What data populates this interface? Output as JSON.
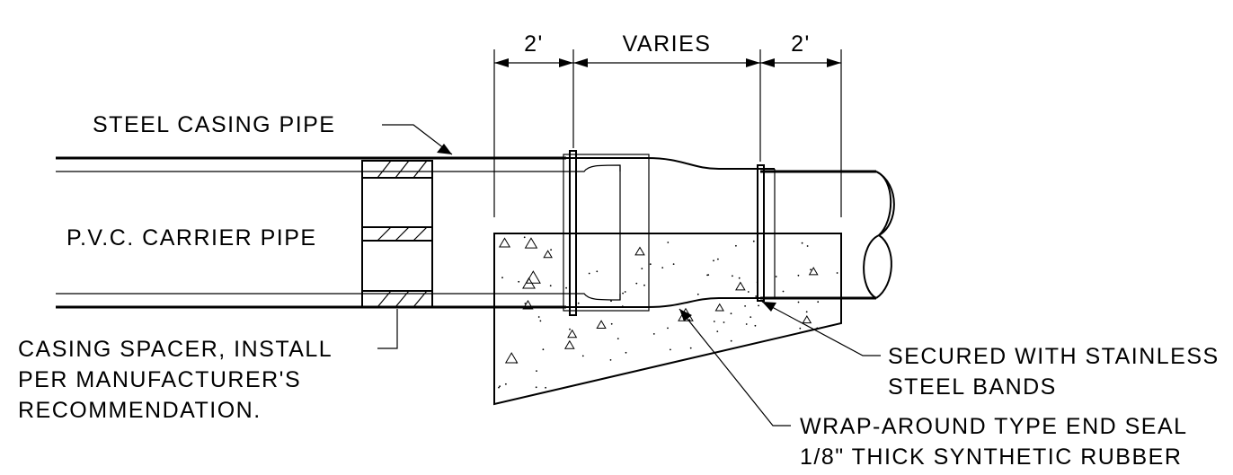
{
  "dimensions": {
    "left": "2'",
    "middle": "VARIES",
    "right": "2'"
  },
  "labels": {
    "steel_casing_pipe": "STEEL CASING PIPE",
    "pvc_carrier_pipe": "P.V.C. CARRIER PIPE",
    "casing_spacer": [
      "CASING SPACER, INSTALL",
      "PER MANUFACTURER'S",
      "RECOMMENDATION."
    ],
    "secured_bands": [
      "SECURED WITH STAINLESS",
      "STEEL BANDS"
    ],
    "end_seal": [
      "WRAP-AROUND TYPE END SEAL",
      "1/8\" THICK SYNTHETIC RUBBER"
    ]
  }
}
